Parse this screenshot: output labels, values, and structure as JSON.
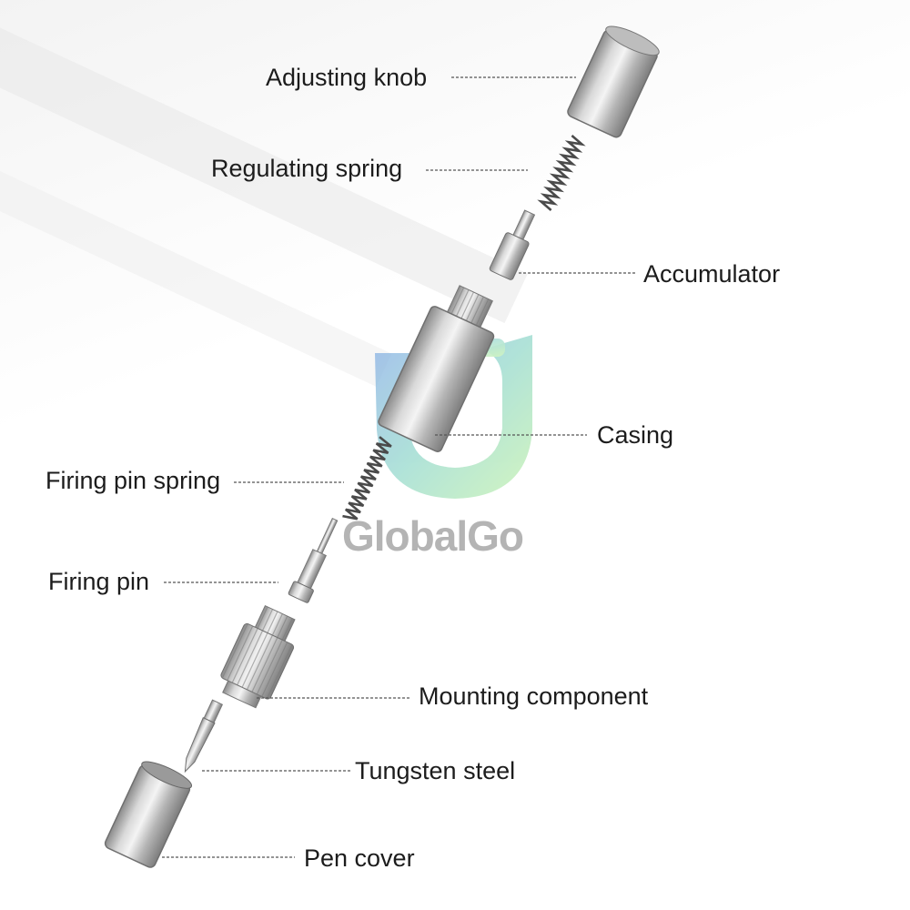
{
  "diagram": {
    "title": "",
    "parts": [
      {
        "id": "adjusting-knob",
        "label": "Adjusting knob",
        "side": "left"
      },
      {
        "id": "regulating-spring",
        "label": "Regulating spring",
        "side": "left"
      },
      {
        "id": "accumulator",
        "label": "Accumulator",
        "side": "right"
      },
      {
        "id": "casing",
        "label": "Casing",
        "side": "right"
      },
      {
        "id": "firing-pin-spring",
        "label": "Firing pin spring",
        "side": "left"
      },
      {
        "id": "firing-pin",
        "label": "Firing pin",
        "side": "left"
      },
      {
        "id": "mounting-component",
        "label": "Mounting component",
        "side": "right"
      },
      {
        "id": "tungsten-steel",
        "label": "Tungsten steel",
        "side": "right"
      },
      {
        "id": "pen-cover",
        "label": "Pen cover",
        "side": "right"
      }
    ]
  },
  "watermark": {
    "text": "GlobalGo"
  },
  "colors": {
    "metal_dark": "#8c8c8c",
    "metal_light": "#e6e6e6",
    "leader_line": "#555555",
    "text": "#1c1c1c"
  }
}
